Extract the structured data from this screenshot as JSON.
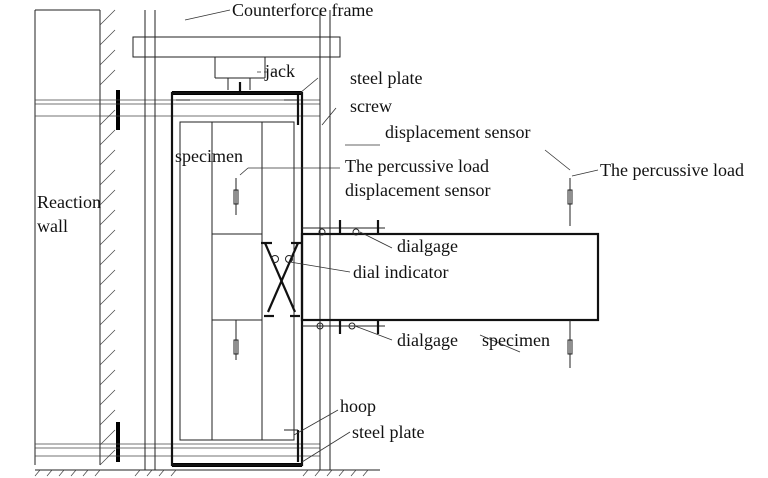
{
  "labels": {
    "counterforce_frame": "Counterforce frame",
    "jack": "jack",
    "steel_plate_top": "steel plate",
    "screw": "screw",
    "displacement_sensor_right": "displacement sensor",
    "specimen_column": "specimen",
    "percussive_load_left": "The percussive load",
    "displacement_sensor_left": "displacement sensor",
    "percussive_load_right": "The percussive load",
    "reaction_wall_line1": "Reaction",
    "reaction_wall_line2": "wall",
    "dialgage_top": "dialgage",
    "dial_indicator": "dial indicator",
    "dialgage_bottom": "dialgage",
    "specimen_beam": "specimen",
    "hoop": "hoop",
    "steel_plate_bottom": "steel plate"
  }
}
